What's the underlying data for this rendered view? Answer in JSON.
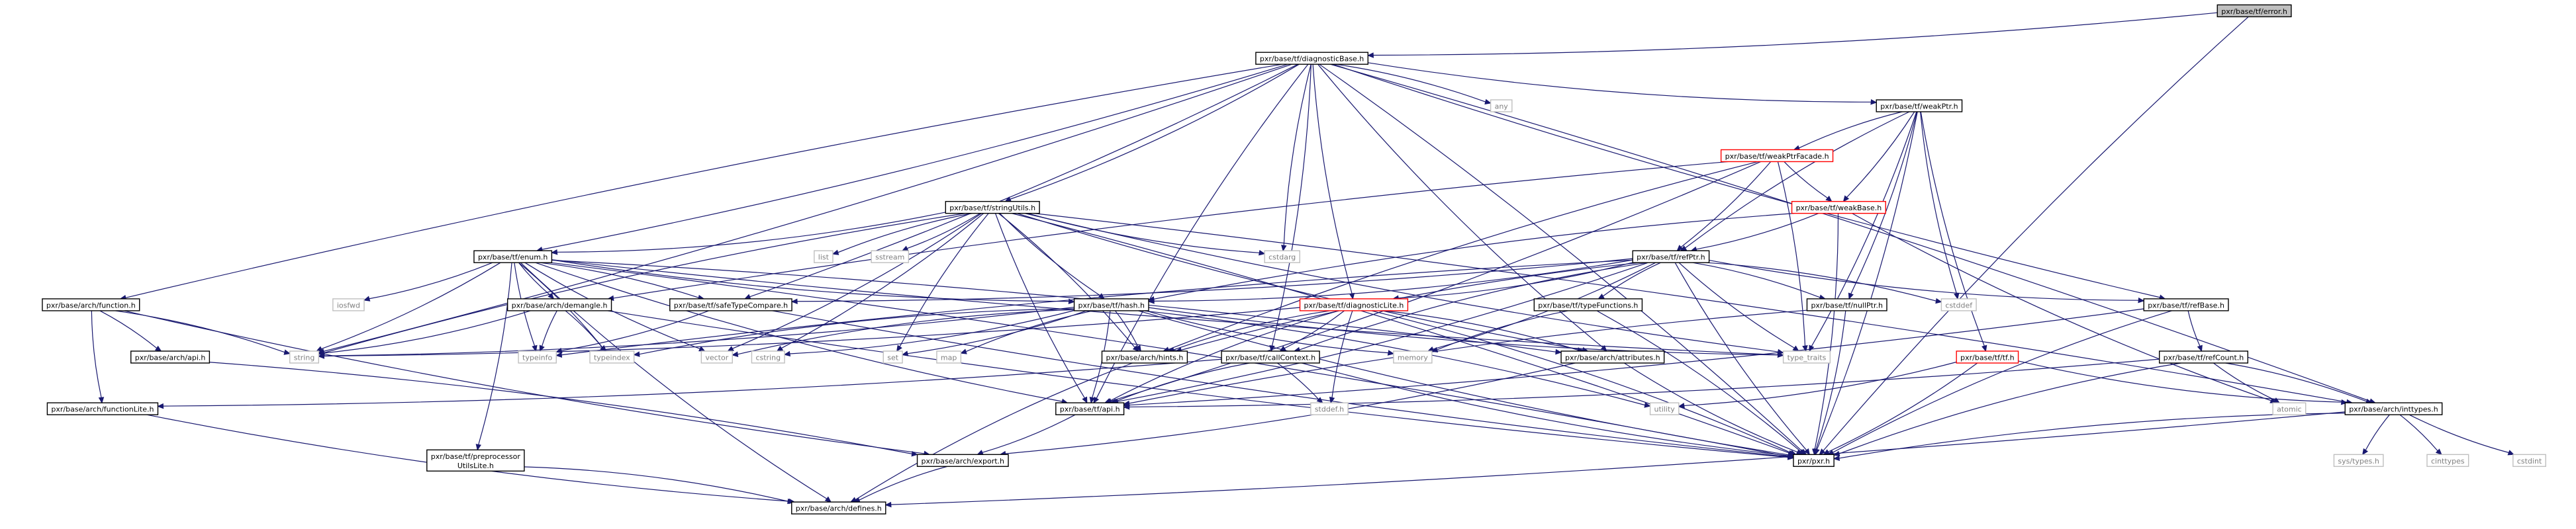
{
  "graph": {
    "colors": {
      "edge": "#191970",
      "node_border": "#000000",
      "node_border_red": "#ff0000",
      "node_border_gray": "#bfbfbf",
      "root_fill": "#bfbfbf",
      "text_gray": "#808080"
    },
    "nodes": [
      {
        "id": "error",
        "label": "pxr/base/tf/error.h",
        "style": "root"
      },
      {
        "id": "diagBase",
        "label": "pxr/base/tf/diagnosticBase.h",
        "style": "normal"
      },
      {
        "id": "any",
        "label": "any",
        "style": "gray"
      },
      {
        "id": "weakPtr",
        "label": "pxr/base/tf/weakPtr.h",
        "style": "normal"
      },
      {
        "id": "weakPtrFacade",
        "label": "pxr/base/tf/weakPtrFacade.h",
        "style": "red"
      },
      {
        "id": "stringUtils",
        "label": "pxr/base/tf/stringUtils.h",
        "style": "normal"
      },
      {
        "id": "weakBase",
        "label": "pxr/base/tf/weakBase.h",
        "style": "red"
      },
      {
        "id": "list",
        "label": "list",
        "style": "gray"
      },
      {
        "id": "sstream",
        "label": "sstream",
        "style": "gray"
      },
      {
        "id": "cstdarg",
        "label": "cstdarg",
        "style": "gray"
      },
      {
        "id": "enum",
        "label": "pxr/base/tf/enum.h",
        "style": "normal"
      },
      {
        "id": "refPtr",
        "label": "pxr/base/tf/refPtr.h",
        "style": "normal"
      },
      {
        "id": "archFunction",
        "label": "pxr/base/arch/function.h",
        "style": "normal"
      },
      {
        "id": "iosfwd",
        "label": "iosfwd",
        "style": "gray"
      },
      {
        "id": "demangle",
        "label": "pxr/base/arch/demangle.h",
        "style": "normal"
      },
      {
        "id": "safeTypeCompare",
        "label": "pxr/base/tf/safeTypeCompare.h",
        "style": "normal"
      },
      {
        "id": "hash",
        "label": "pxr/base/tf/hash.h",
        "style": "normal"
      },
      {
        "id": "diagLite",
        "label": "pxr/base/tf/diagnosticLite.h",
        "style": "red"
      },
      {
        "id": "typeFunctions",
        "label": "pxr/base/tf/typeFunctions.h",
        "style": "normal"
      },
      {
        "id": "nullPtr",
        "label": "pxr/base/tf/nullPtr.h",
        "style": "normal"
      },
      {
        "id": "cstddef",
        "label": "cstddef",
        "style": "gray"
      },
      {
        "id": "refBase",
        "label": "pxr/base/tf/refBase.h",
        "style": "normal"
      },
      {
        "id": "string",
        "label": "string",
        "style": "gray"
      },
      {
        "id": "archApi",
        "label": "pxr/base/arch/api.h",
        "style": "normal"
      },
      {
        "id": "typeinfo",
        "label": "typeinfo",
        "style": "gray"
      },
      {
        "id": "typeindex",
        "label": "typeindex",
        "style": "gray"
      },
      {
        "id": "vector",
        "label": "vector",
        "style": "gray"
      },
      {
        "id": "cstring",
        "label": "cstring",
        "style": "gray"
      },
      {
        "id": "set",
        "label": "set",
        "style": "gray"
      },
      {
        "id": "map",
        "label": "map",
        "style": "gray"
      },
      {
        "id": "hints",
        "label": "pxr/base/arch/hints.h",
        "style": "normal"
      },
      {
        "id": "callContext",
        "label": "pxr/base/tf/callContext.h",
        "style": "normal"
      },
      {
        "id": "memory",
        "label": "memory",
        "style": "gray"
      },
      {
        "id": "attributes",
        "label": "pxr/base/arch/attributes.h",
        "style": "normal"
      },
      {
        "id": "typeTraits",
        "label": "type_traits",
        "style": "gray"
      },
      {
        "id": "tf",
        "label": "pxr/base/tf/tf.h",
        "style": "red"
      },
      {
        "id": "refCount",
        "label": "pxr/base/tf/refCount.h",
        "style": "normal"
      },
      {
        "id": "functionLite",
        "label": "pxr/base/arch/functionLite.h",
        "style": "normal"
      },
      {
        "id": "tfApi",
        "label": "pxr/base/tf/api.h",
        "style": "normal"
      },
      {
        "id": "utility",
        "label": "utility",
        "style": "gray"
      },
      {
        "id": "stddef",
        "label": "stddef.h",
        "style": "gray"
      },
      {
        "id": "atomic",
        "label": "atomic",
        "style": "gray"
      },
      {
        "id": "inttypes",
        "label": "pxr/base/arch/inttypes.h",
        "style": "normal"
      },
      {
        "id": "preproc",
        "label": "pxr/base/tf/preprocessor\nUtilsLite.h",
        "style": "normal"
      },
      {
        "id": "export",
        "label": "pxr/base/arch/export.h",
        "style": "normal"
      },
      {
        "id": "pxr",
        "label": "pxr/pxr.h",
        "style": "normal"
      },
      {
        "id": "systypes",
        "label": "sys/types.h",
        "style": "gray"
      },
      {
        "id": "cinttypes",
        "label": "cinttypes",
        "style": "gray"
      },
      {
        "id": "cstdint",
        "label": "cstdint",
        "style": "gray"
      },
      {
        "id": "defines",
        "label": "pxr/base/arch/defines.h",
        "style": "normal"
      }
    ],
    "edges": [
      [
        "error",
        "diagBase"
      ],
      [
        "error",
        "pxr"
      ],
      [
        "diagBase",
        "any"
      ],
      [
        "diagBase",
        "weakPtr"
      ],
      [
        "diagBase",
        "stringUtils"
      ],
      [
        "diagBase",
        "cstdarg"
      ],
      [
        "diagBase",
        "enum"
      ],
      [
        "diagBase",
        "archFunction"
      ],
      [
        "diagBase",
        "string"
      ],
      [
        "diagBase",
        "refBase"
      ],
      [
        "diagBase",
        "inttypes"
      ],
      [
        "diagBase",
        "attributes"
      ],
      [
        "diagBase",
        "pxr"
      ],
      [
        "diagBase",
        "tfApi"
      ],
      [
        "diagBase",
        "callContext"
      ],
      [
        "diagBase",
        "diagLite"
      ],
      [
        "diagBase",
        "safeTypeCompare"
      ],
      [
        "weakPtr",
        "weakPtrFacade"
      ],
      [
        "weakPtr",
        "weakBase"
      ],
      [
        "weakPtr",
        "refPtr"
      ],
      [
        "weakPtr",
        "nullPtr"
      ],
      [
        "weakPtr",
        "cstddef"
      ],
      [
        "weakPtr",
        "typeTraits"
      ],
      [
        "weakPtr",
        "tf"
      ],
      [
        "weakPtr",
        "pxr"
      ],
      [
        "weakPtrFacade",
        "weakBase"
      ],
      [
        "weakPtrFacade",
        "refPtr"
      ],
      [
        "weakPtrFacade",
        "demangle"
      ],
      [
        "weakPtrFacade",
        "typeTraits"
      ],
      [
        "weakPtrFacade",
        "hints"
      ],
      [
        "weakPtrFacade",
        "tfApi"
      ],
      [
        "stringUtils",
        "list"
      ],
      [
        "stringUtils",
        "sstream"
      ],
      [
        "stringUtils",
        "cstdarg"
      ],
      [
        "stringUtils",
        "enum"
      ],
      [
        "stringUtils",
        "string"
      ],
      [
        "stringUtils",
        "vector"
      ],
      [
        "stringUtils",
        "set"
      ],
      [
        "stringUtils",
        "cstring"
      ],
      [
        "stringUtils",
        "hash"
      ],
      [
        "stringUtils",
        "hints"
      ],
      [
        "stringUtils",
        "attributes"
      ],
      [
        "stringUtils",
        "inttypes"
      ],
      [
        "stringUtils",
        "tfApi"
      ],
      [
        "stringUtils",
        "pxr"
      ],
      [
        "stringUtils",
        "typeTraits"
      ],
      [
        "weakBase",
        "refPtr"
      ],
      [
        "weakBase",
        "atomic"
      ],
      [
        "weakBase",
        "pxr"
      ],
      [
        "weakBase",
        "hash"
      ],
      [
        "enum",
        "iosfwd"
      ],
      [
        "enum",
        "demangle"
      ],
      [
        "enum",
        "safeTypeCompare"
      ],
      [
        "enum",
        "hash"
      ],
      [
        "enum",
        "string"
      ],
      [
        "enum",
        "typeinfo"
      ],
      [
        "enum",
        "typeindex"
      ],
      [
        "enum",
        "vector"
      ],
      [
        "enum",
        "preproc"
      ],
      [
        "enum",
        "defines"
      ],
      [
        "enum",
        "attributes"
      ],
      [
        "enum",
        "tfApi"
      ],
      [
        "enum",
        "pxr"
      ],
      [
        "enum",
        "typeTraits"
      ],
      [
        "refPtr",
        "diagLite"
      ],
      [
        "refPtr",
        "typeFunctions"
      ],
      [
        "refPtr",
        "nullPtr"
      ],
      [
        "refPtr",
        "refBase"
      ],
      [
        "refPtr",
        "cstddef"
      ],
      [
        "refPtr",
        "typeTraits"
      ],
      [
        "refPtr",
        "hash"
      ],
      [
        "refPtr",
        "typeinfo"
      ],
      [
        "refPtr",
        "memory"
      ],
      [
        "refPtr",
        "hints"
      ],
      [
        "refPtr",
        "tfApi"
      ],
      [
        "refPtr",
        "pxr"
      ],
      [
        "refPtr",
        "safeTypeCompare"
      ],
      [
        "refPtr",
        "callContext"
      ],
      [
        "archFunction",
        "archApi"
      ],
      [
        "archFunction",
        "functionLite"
      ],
      [
        "archFunction",
        "string"
      ],
      [
        "archFunction",
        "export"
      ],
      [
        "demangle",
        "string"
      ],
      [
        "demangle",
        "typeinfo"
      ],
      [
        "demangle",
        "typeindex"
      ],
      [
        "demangle",
        "pxr"
      ],
      [
        "safeTypeCompare",
        "typeinfo"
      ],
      [
        "safeTypeCompare",
        "pxr"
      ],
      [
        "hash",
        "string"
      ],
      [
        "hash",
        "vector"
      ],
      [
        "hash",
        "set"
      ],
      [
        "hash",
        "map"
      ],
      [
        "hash",
        "cstring"
      ],
      [
        "hash",
        "memory"
      ],
      [
        "hash",
        "utility"
      ],
      [
        "hash",
        "typeTraits"
      ],
      [
        "hash",
        "tfApi"
      ],
      [
        "hash",
        "pxr"
      ],
      [
        "hash",
        "hints"
      ],
      [
        "hash",
        "typeindex"
      ],
      [
        "diagLite",
        "callContext"
      ],
      [
        "diagLite",
        "stddef"
      ],
      [
        "diagLite",
        "attributes"
      ],
      [
        "diagLite",
        "tfApi"
      ],
      [
        "diagLite",
        "pxr"
      ],
      [
        "diagLite",
        "hints"
      ],
      [
        "diagLite",
        "string"
      ],
      [
        "typeFunctions",
        "memory"
      ],
      [
        "typeFunctions",
        "pxr"
      ],
      [
        "nullPtr",
        "tfApi"
      ],
      [
        "nullPtr",
        "pxr"
      ],
      [
        "refBase",
        "refCount"
      ],
      [
        "refBase",
        "tfApi"
      ],
      [
        "refBase",
        "pxr"
      ],
      [
        "archApi",
        "export"
      ],
      [
        "hints",
        "defines"
      ],
      [
        "callContext",
        "functionLite"
      ],
      [
        "callContext",
        "tfApi"
      ],
      [
        "callContext",
        "stddef"
      ],
      [
        "callContext",
        "pxr"
      ],
      [
        "attributes",
        "export"
      ],
      [
        "attributes",
        "pxr"
      ],
      [
        "tf",
        "utility"
      ],
      [
        "tf",
        "inttypes"
      ],
      [
        "tf",
        "pxr"
      ],
      [
        "refCount",
        "atomic"
      ],
      [
        "refCount",
        "tfApi"
      ],
      [
        "refCount",
        "pxr"
      ],
      [
        "refCount",
        "inttypes"
      ],
      [
        "functionLite",
        "defines"
      ],
      [
        "tfApi",
        "export"
      ],
      [
        "inttypes",
        "systypes"
      ],
      [
        "inttypes",
        "cinttypes"
      ],
      [
        "inttypes",
        "cstdint"
      ],
      [
        "inttypes",
        "defines"
      ],
      [
        "inttypes",
        "pxr"
      ],
      [
        "preproc",
        "defines"
      ],
      [
        "export",
        "defines"
      ]
    ]
  }
}
